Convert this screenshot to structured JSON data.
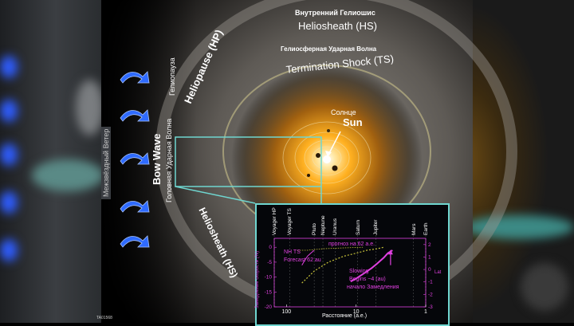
{
  "labels": {
    "inner_heliosheath_ru": "Внутренний Гелиошис",
    "heliosheath_top": "Heliosheath (HS)",
    "termination_shock_ru": "Гелиосферная Ударная Волна",
    "termination_shock": "Termination Shock (TS)",
    "heliopause_ru": "Гелиопауза",
    "heliopause": "Heliopause (HP)",
    "sun_ru": "Солнце",
    "sun": "Sun",
    "bow_wave": "Bow Wave",
    "bow_wave_ru": "Головная Ударная Волна",
    "interstellar_wind_ru": "Межзвёздный Ветер",
    "heliosheath_bottom": "Heliosheath (HS)",
    "image_id": "TA01568"
  },
  "inset": {
    "top_labels": [
      "Voyager HP",
      "Voyager TS",
      "Pluto",
      "Neptune",
      "Uranus",
      "Saturn",
      "Jupiter",
      "Mars",
      "Earth"
    ],
    "left_axis_label": "Замедление скорости (%)",
    "right_axis_label": "Lat",
    "forecast_ru": "прогноз на 62 а.е.",
    "nh_ts": "NH TS",
    "forecast_en": "Forecast 62 au",
    "slowing": "Slowing",
    "begins": "Begins ~4 (au)",
    "begins_ru": "начало Замедления",
    "x_axis_label": "Расстояние (а.е.)",
    "x_ticks": [
      "100",
      "10",
      "1"
    ],
    "y_left_ticks": [
      "0",
      "-5",
      "-10",
      "-15",
      "-20"
    ],
    "y_right_ticks": [
      "2",
      "1",
      "0",
      "-1",
      "-2",
      "-3"
    ]
  },
  "colors": {
    "accent_teal": "#6fd6d0",
    "curve_magenta": "#e040e0",
    "forecast_yellow": "#c7c23a",
    "sun_core": "#ffffff",
    "sun_glow": "#ffb020",
    "wind_arrow": "#2f6bff"
  },
  "chart_data": {
    "type": "line",
    "title": "",
    "xlabel": "Расстояние (а.е.)",
    "ylabel": "Замедление скорости (%)",
    "x_scale": "log-reversed",
    "xlim": [
      150,
      1
    ],
    "ylim": [
      -20,
      3
    ],
    "y2lim": [
      -3,
      2.5
    ],
    "series": [
      {
        "x": [
          12,
          10,
          8,
          6,
          5,
          4,
          3.5,
          3
        ],
        "y": [
          -11.5,
          -10.5,
          -9,
          -7,
          -5.5,
          -3.5,
          -2,
          -1
        ]
      },
      {
        "x": [
          60,
          40,
          25,
          15,
          10,
          7,
          5,
          4
        ],
        "y": [
          -12,
          -8,
          -5,
          -3,
          -2,
          -1,
          -0.5,
          0
        ]
      },
      {
        "x": [
          60,
          55,
          50,
          45,
          40
        ],
        "y": [
          -6,
          -4.5,
          -3,
          -2,
          -1
        ]
      },
      {
        "x": [
          70,
          50,
          30,
          15,
          8
        ],
        "y": [
          -1,
          -1,
          -0.5,
          -0.2,
          0
        ]
      }
    ]
  }
}
